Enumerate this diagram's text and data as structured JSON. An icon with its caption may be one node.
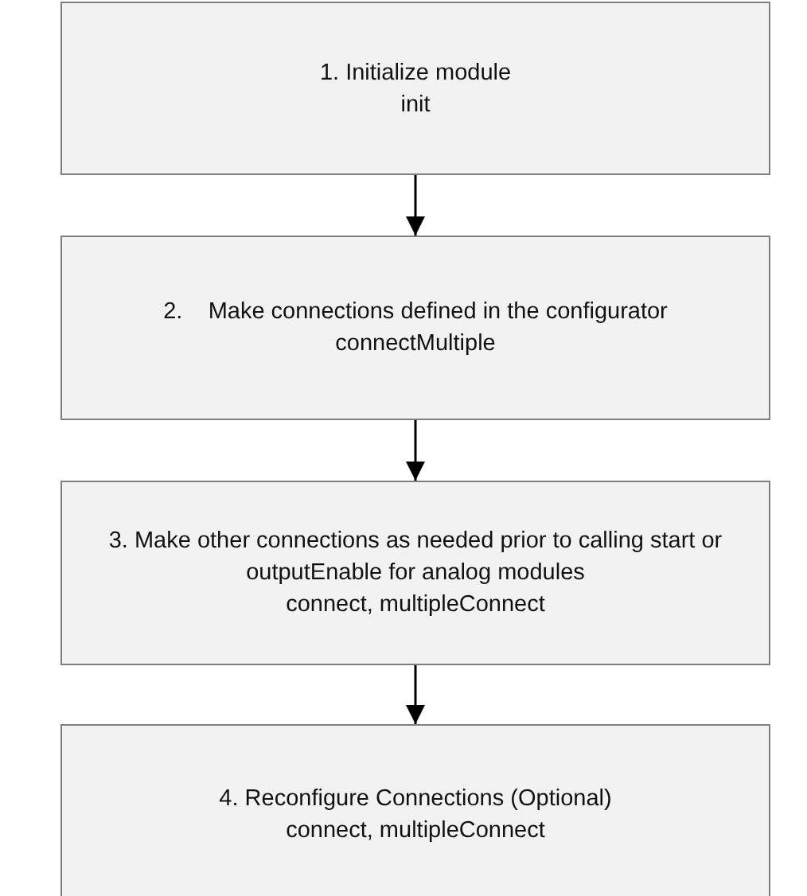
{
  "diagram": {
    "nodes": [
      {
        "text": [
          "1. Initialize module",
          "init"
        ]
      },
      {
        "text": [
          "2.    Make connections defined in the configurator",
          "connectMultiple"
        ]
      },
      {
        "text": [
          "3. Make other connections as needed prior to calling start or outputEnable for analog modules",
          "connect, multipleConnect"
        ]
      },
      {
        "text": [
          "4. Reconfigure Connections (Optional)",
          "connect, multipleConnect"
        ]
      }
    ],
    "edges": [
      {
        "from": 0,
        "to": 1,
        "arrow": "to"
      },
      {
        "from": 1,
        "to": 2,
        "arrow": "to"
      },
      {
        "from": 2,
        "to": 3,
        "arrow": "to"
      }
    ]
  }
}
